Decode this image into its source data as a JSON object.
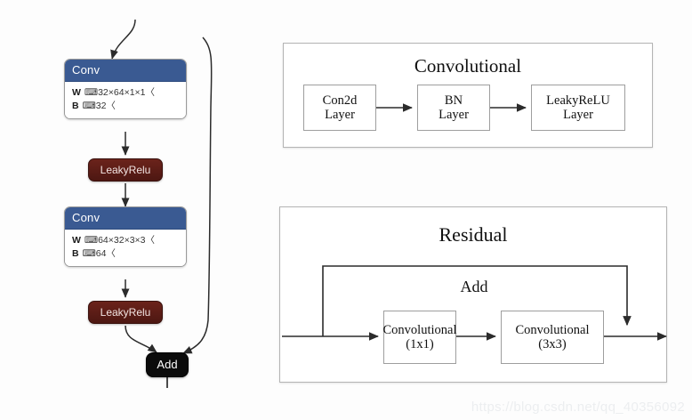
{
  "graph": {
    "nodes": {
      "conv1": {
        "title": "Conv",
        "weight_key": "W",
        "weight_val": "⌨32×64×1×1〈",
        "bias_key": "B",
        "bias_val": "⌨32〈"
      },
      "relu1": {
        "label": "LeakyRelu"
      },
      "conv2": {
        "title": "Conv",
        "weight_key": "W",
        "weight_val": "⌨64×32×3×3〈",
        "bias_key": "B",
        "bias_val": "⌨64〈"
      },
      "relu2": {
        "label": "LeakyRelu"
      },
      "add": {
        "label": "Add"
      }
    },
    "colors": {
      "conv_header": "#3a5a92",
      "relu_fill": "#5e1f18",
      "add_fill": "#0b0b0b",
      "edge": "#2b2b2b"
    }
  },
  "convolutional_panel": {
    "title": "Convolutional",
    "boxes": [
      {
        "line1": "Con2d",
        "line2": "Layer"
      },
      {
        "line1": "BN",
        "line2": "Layer"
      },
      {
        "line1": "LeakyReLU",
        "line2": "Layer"
      }
    ]
  },
  "residual_panel": {
    "title": "Residual",
    "add_label": "Add",
    "boxes": [
      {
        "line1": "Convolutional",
        "line2": "(1x1)"
      },
      {
        "line1": "Convolutional",
        "line2": "(3x3)"
      }
    ]
  },
  "watermark": {
    "text": "https://blog.csdn.net/qq_40356092"
  }
}
